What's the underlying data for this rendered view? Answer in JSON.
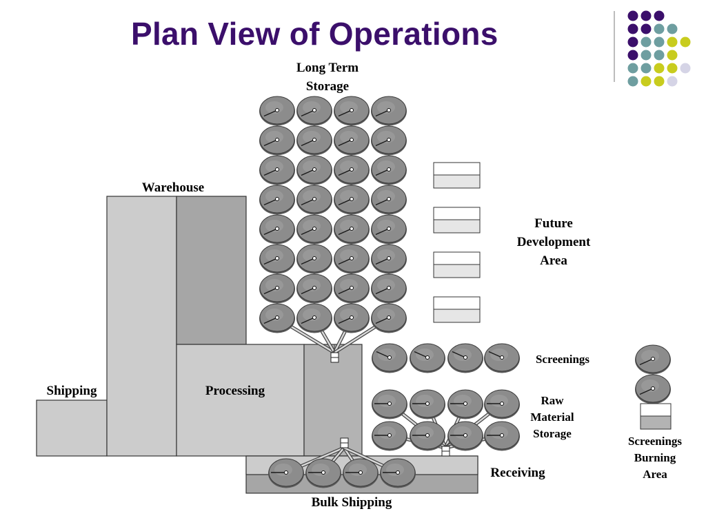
{
  "title": "Plan View of Operations",
  "labels": {
    "long_term_storage": [
      "Long Term",
      "Storage"
    ],
    "warehouse": "Warehouse",
    "shipping": "Shipping",
    "processing": "Processing",
    "future_development": [
      "Future",
      "Development",
      "Area"
    ],
    "screenings": "Screenings",
    "raw_material_storage": [
      "Raw",
      "Material",
      "Storage"
    ],
    "receiving": "Receiving",
    "bulk_shipping": "Bulk Shipping",
    "screenings_burning": [
      "Screenings",
      "Burning",
      "Area"
    ]
  },
  "colors": {
    "title": "#3b0f6b",
    "block_light": "#cccccc",
    "block_mid": "#b3b3b3",
    "block_dark": "#a6a6a6",
    "pile": "#8c8c8c",
    "dot_purple": "#3b0f6b",
    "dot_teal": "#6e9ea0",
    "dot_yellow": "#c8cc1e",
    "dot_lavender": "#d5d4e6"
  },
  "decoration": {
    "dot_rows": [
      [
        "purple",
        "purple",
        "purple"
      ],
      [
        "purple",
        "purple",
        "teal",
        "teal"
      ],
      [
        "purple",
        "teal",
        "teal",
        "yellow",
        "yellow"
      ],
      [
        "purple",
        "teal",
        "teal",
        "yellow"
      ],
      [
        "teal",
        "teal",
        "yellow",
        "yellow",
        "lavender"
      ],
      [
        "teal",
        "yellow",
        "yellow",
        "lavender"
      ]
    ]
  }
}
